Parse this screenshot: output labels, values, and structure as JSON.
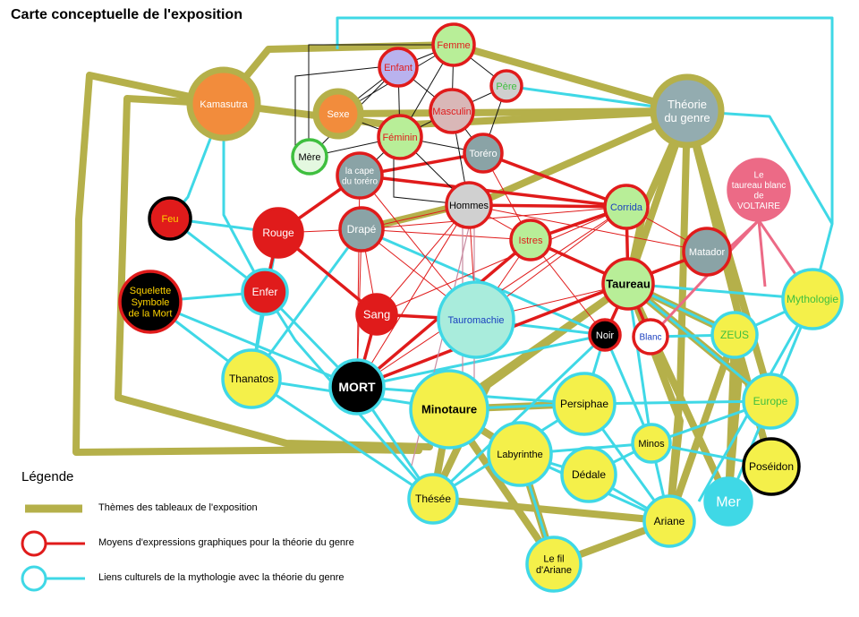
{
  "title": "Carte  conceptuelle de  l'exposition",
  "colors": {
    "theme": "#b5b04a",
    "expression": "#e01b1b",
    "mythology": "#3fd8e6",
    "black_line": "#111111"
  },
  "legend": {
    "title": "Légende",
    "items": [
      {
        "label": "Thèmes des tableaux de l'exposition",
        "color": "#b5b04a"
      },
      {
        "label": "Moyens d'expressions graphiques pour  la  théorie du genre",
        "color": "#e01b1b"
      },
      {
        "label": "Liens culturels de la mythologie avec la théorie du genre",
        "color": "#3fd8e6"
      }
    ]
  },
  "nodes": [
    {
      "id": "femme",
      "lines": [
        "Femme"
      ],
      "fill": "#b8ee98",
      "text": "#e01b1b",
      "border": "#e01b1b"
    },
    {
      "id": "enfant",
      "lines": [
        "Enfant"
      ],
      "fill": "#b9b2ee",
      "text": "#e01b1b",
      "border": "#e01b1b"
    },
    {
      "id": "pere",
      "lines": [
        "Père"
      ],
      "fill": "#cfcfcf",
      "text": "#3fbf3f",
      "border": "#e01b1b"
    },
    {
      "id": "kamasutra",
      "lines": [
        "Kamasutra"
      ],
      "fill": "#f28c3c",
      "text": "#ffffff",
      "border": "#b5b04a"
    },
    {
      "id": "sexe",
      "lines": [
        "Sexe"
      ],
      "fill": "#f28c3c",
      "text": "#ffffff",
      "border": "#b5b04a"
    },
    {
      "id": "masculin",
      "lines": [
        "Masculin"
      ],
      "fill": "#d9b7b7",
      "text": "#e01b1b",
      "border": "#e01b1b"
    },
    {
      "id": "theorie",
      "lines": [
        "Théorie",
        "du genre"
      ],
      "fill": "#93acb0",
      "text": "#ffffff",
      "border": "#b5b04a"
    },
    {
      "id": "feminin",
      "lines": [
        "Féminin"
      ],
      "fill": "#b8ee98",
      "text": "#e01b1b",
      "border": "#e01b1b"
    },
    {
      "id": "mere",
      "lines": [
        "Mère"
      ],
      "fill": "#e4f8e0",
      "text": "#000000",
      "border": "#3fbf3f"
    },
    {
      "id": "torero",
      "lines": [
        "Toréro"
      ],
      "fill": "#8aa3a6",
      "text": "#ffffff",
      "border": "#e01b1b"
    },
    {
      "id": "cape",
      "lines": [
        "la cape",
        "du toréro"
      ],
      "fill": "#8aa3a6",
      "text": "#ffffff",
      "border": "#e01b1b"
    },
    {
      "id": "taureau_blanc",
      "lines": [
        "Le",
        "taureau blanc",
        "de",
        "VOLTAIRE"
      ],
      "fill": "#ec6a86",
      "text": "#ffffff",
      "border": "#ec6a86"
    },
    {
      "id": "feu",
      "lines": [
        "Feu"
      ],
      "fill": "#e01b1b",
      "text": "#ffd400",
      "border": "#000000"
    },
    {
      "id": "hommes",
      "lines": [
        "Hommes"
      ],
      "fill": "#d0d0d0",
      "text": "#000000",
      "border": "#e01b1b"
    },
    {
      "id": "corrida",
      "lines": [
        "Corrida"
      ],
      "fill": "#b8ee98",
      "text": "#1a3fbf",
      "border": "#e01b1b"
    },
    {
      "id": "rouge",
      "lines": [
        "Rouge"
      ],
      "fill": "#e01b1b",
      "text": "#ffffff",
      "border": "#e01b1b"
    },
    {
      "id": "drape",
      "lines": [
        "Drapé"
      ],
      "fill": "#8aa3a6",
      "text": "#ffffff",
      "border": "#e01b1b"
    },
    {
      "id": "istres",
      "lines": [
        "Istres"
      ],
      "fill": "#b8ee98",
      "text": "#e01b1b",
      "border": "#e01b1b"
    },
    {
      "id": "matador",
      "lines": [
        "Matador"
      ],
      "fill": "#8aa3a6",
      "text": "#ffffff",
      "border": "#e01b1b"
    },
    {
      "id": "squelette",
      "lines": [
        "Squelette",
        "Symbole",
        "de la Mort"
      ],
      "fill": "#000000",
      "text": "#ffd400",
      "border": "#e01b1b"
    },
    {
      "id": "enfer",
      "lines": [
        "Enfer"
      ],
      "fill": "#e01b1b",
      "text": "#ffffff",
      "border": "#3fd8e6"
    },
    {
      "id": "taureau",
      "lines": [
        "Taureau"
      ],
      "fill": "#b8ee98",
      "text": "#000000",
      "border": "#e01b1b"
    },
    {
      "id": "mythologie",
      "lines": [
        "Mythologie"
      ],
      "fill": "#f4f04a",
      "text": "#3fbf3f",
      "border": "#3fd8e6"
    },
    {
      "id": "sang",
      "lines": [
        "Sang"
      ],
      "fill": "#e01b1b",
      "text": "#ffffff",
      "border": "#e01b1b"
    },
    {
      "id": "tauromachie",
      "lines": [
        "Tauromachie"
      ],
      "fill": "#a9ecdc",
      "text": "#1a3fbf",
      "border": "#3fd8e6"
    },
    {
      "id": "noir",
      "lines": [
        "Noir"
      ],
      "fill": "#000000",
      "text": "#ffffff",
      "border": "#e01b1b"
    },
    {
      "id": "blanc",
      "lines": [
        "Blanc"
      ],
      "fill": "#ffffff",
      "text": "#1a3fbf",
      "border": "#e01b1b"
    },
    {
      "id": "zeus",
      "lines": [
        "ZEUS"
      ],
      "fill": "#f4f04a",
      "text": "#3fbf3f",
      "border": "#3fd8e6"
    },
    {
      "id": "thanatos",
      "lines": [
        "Thanatos"
      ],
      "fill": "#f4f04a",
      "text": "#000000",
      "border": "#3fd8e6"
    },
    {
      "id": "mort",
      "lines": [
        "MORT"
      ],
      "fill": "#000000",
      "text": "#ffffff",
      "border": "#3fd8e6"
    },
    {
      "id": "minotaure",
      "lines": [
        "Minotaure"
      ],
      "fill": "#f4f04a",
      "text": "#000000",
      "border": "#3fd8e6"
    },
    {
      "id": "persiphae",
      "lines": [
        "Persiphae"
      ],
      "fill": "#f4f04a",
      "text": "#000000",
      "border": "#3fd8e6"
    },
    {
      "id": "europe",
      "lines": [
        "Europe"
      ],
      "fill": "#f4f04a",
      "text": "#3fbf3f",
      "border": "#3fd8e6"
    },
    {
      "id": "labyrinthe",
      "lines": [
        "Labyrinthe"
      ],
      "fill": "#f4f04a",
      "text": "#000000",
      "border": "#3fd8e6"
    },
    {
      "id": "minos",
      "lines": [
        "Minos"
      ],
      "fill": "#f4f04a",
      "text": "#000000",
      "border": "#3fd8e6"
    },
    {
      "id": "dedale",
      "lines": [
        "Dédale"
      ],
      "fill": "#f4f04a",
      "text": "#000000",
      "border": "#3fd8e6"
    },
    {
      "id": "poseidon",
      "lines": [
        "Poséidon"
      ],
      "fill": "#f4f04a",
      "text": "#000000",
      "border": "#000000"
    },
    {
      "id": "these",
      "lines": [
        "Thésée"
      ],
      "fill": "#f4f04a",
      "text": "#000000",
      "border": "#3fd8e6"
    },
    {
      "id": "mer",
      "lines": [
        "Mer"
      ],
      "fill": "#3fd8e6",
      "text": "#ffffff",
      "border": "#3fd8e6"
    },
    {
      "id": "ariane",
      "lines": [
        "Ariane"
      ],
      "fill": "#f4f04a",
      "text": "#000000",
      "border": "#3fd8e6"
    },
    {
      "id": "fil",
      "lines": [
        "Le fil",
        "d'Ariane"
      ],
      "fill": "#f4f04a",
      "text": "#000000",
      "border": "#3fd8e6"
    }
  ]
}
